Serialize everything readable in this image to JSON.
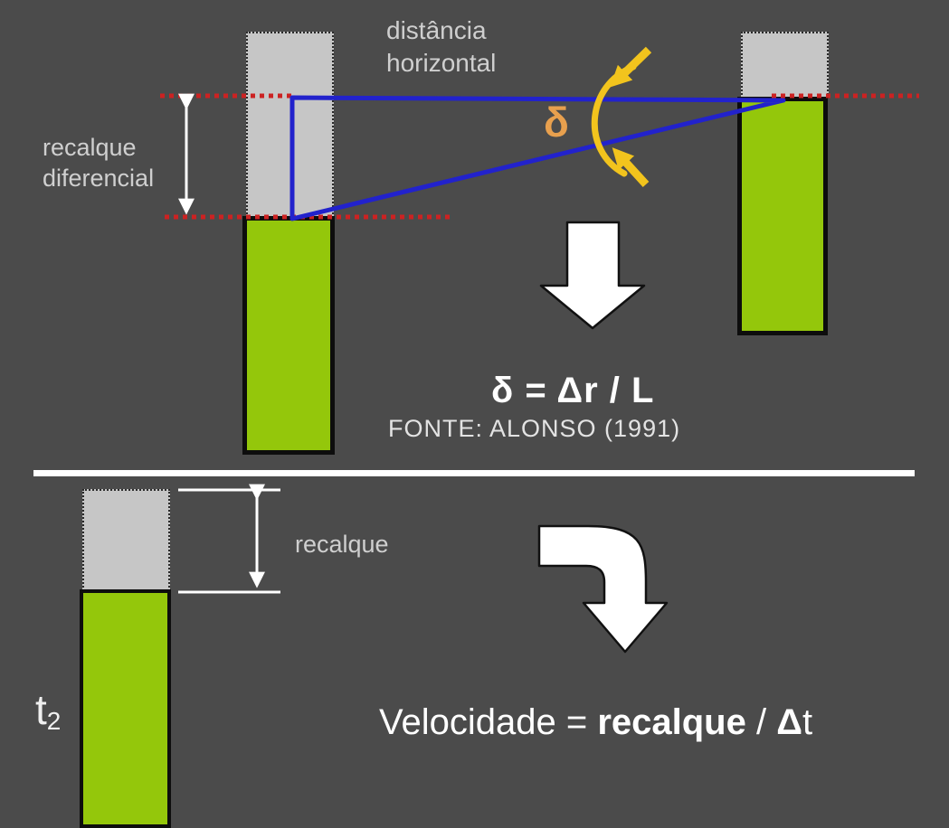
{
  "colors": {
    "background": "#4b4b4b",
    "column_gray": "#c6c6c6",
    "column_green": "#94c70b",
    "column_border_black": "#0d0d0d",
    "triangle_blue": "#2222cc",
    "reference_red": "#cc2222",
    "rotation_yellow": "#f2c41d",
    "delta_orange": "#e8a04e",
    "arrow_white": "#ffffff",
    "label_gray": "#cfcfcf"
  },
  "top_section": {
    "horizontal_distance_label": {
      "line1": "distância",
      "line2": "horizontal"
    },
    "differential_settlement_label": {
      "line1": "recalque",
      "line2": "diferencial"
    },
    "delta_symbol": "δ",
    "formula": "δ = Δr / L",
    "source": "FONTE: ALONSO (1991)"
  },
  "bottom_section": {
    "settlement_label": "recalque",
    "time_label": {
      "base": "t",
      "subscript": "2"
    },
    "velocity_formula": {
      "prefix": "Velocidade = ",
      "numerator": "recalque",
      "divider": " / ",
      "delta": "Δ",
      "time": "t"
    }
  }
}
